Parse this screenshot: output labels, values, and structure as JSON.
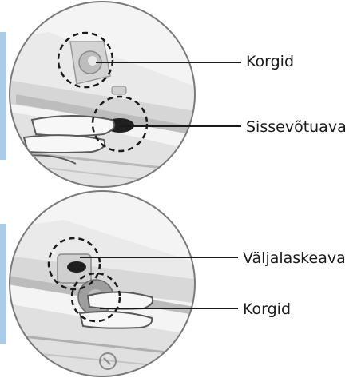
{
  "callouts": {
    "top_korgid": "Korgid",
    "sissevotuava": "Sissevõtuava",
    "valjalaskeava": "Väljalaskeava",
    "bottom_korgid": "Korgid"
  },
  "colors": {
    "line": "#1a1a1a",
    "circle_fill": "#f4f4f4",
    "device_light": "#e6e6e6",
    "device_mid": "#cfcfcf",
    "device_dark": "#9a9a9a",
    "edge_accent": "#9fc6e6"
  }
}
